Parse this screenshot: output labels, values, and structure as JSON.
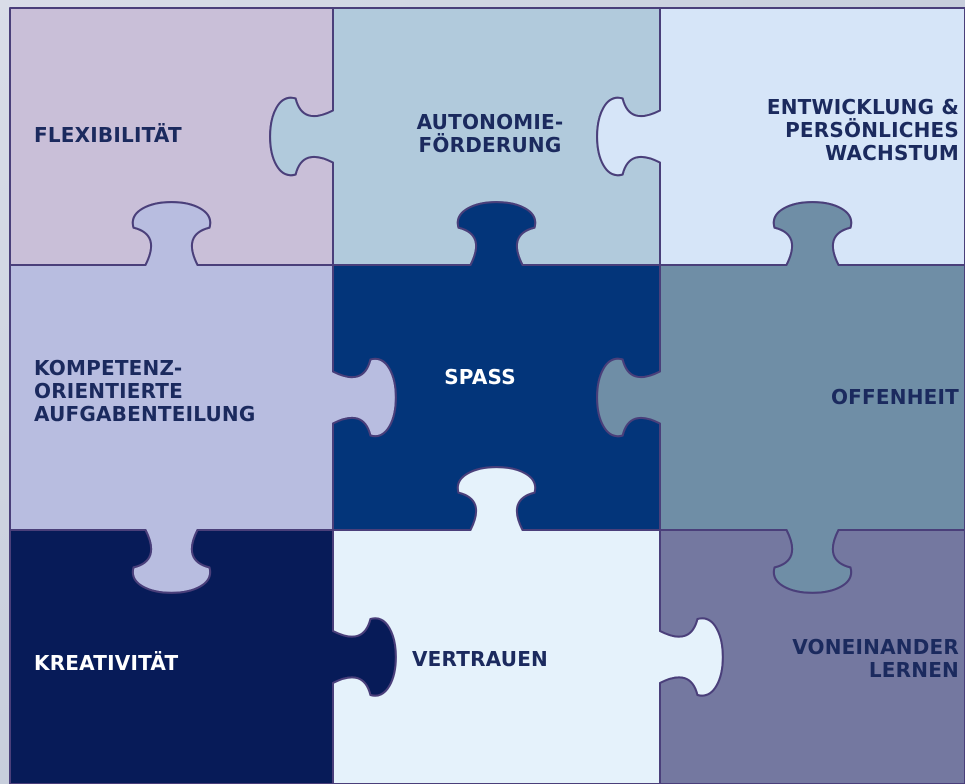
{
  "pieces": [
    {
      "id": "flexibilitaet",
      "row": 0,
      "col": 0,
      "label": "FLEXIBILITÄT",
      "fill": "#c9bfd8",
      "text_color": "#1b2a5e"
    },
    {
      "id": "autonomie",
      "row": 0,
      "col": 1,
      "label": "AUTONOMIE-\nFÖRDERUNG",
      "fill": "#b1cadc",
      "text_color": "#1b2a5e"
    },
    {
      "id": "entwicklung",
      "row": 0,
      "col": 2,
      "label": "ENTWICKLUNG &\nPERSÖNLICHES\nWACHSTUM",
      "fill": "#d6e5f8",
      "text_color": "#1b2a5e"
    },
    {
      "id": "kompetenz",
      "row": 1,
      "col": 0,
      "label": "KOMPETENZ-\nORIENTIERTE\nAUFGABENTEILUNG",
      "fill": "#b8bde0",
      "text_color": "#1b2a5e"
    },
    {
      "id": "spass",
      "row": 1,
      "col": 1,
      "label": "SPASS",
      "fill": "#03357a",
      "text_color": "#ffffff"
    },
    {
      "id": "offenheit",
      "row": 1,
      "col": 2,
      "label": "OFFENHEIT",
      "fill": "#6f8ea6",
      "text_color": "#1b2a5e"
    },
    {
      "id": "kreativitaet",
      "row": 2,
      "col": 0,
      "label": "KREATIVITÄT",
      "fill": "#071b58",
      "text_color": "#ffffff"
    },
    {
      "id": "vertrauen",
      "row": 2,
      "col": 1,
      "label": "VERTRAUEN",
      "fill": "#e5f2fb",
      "text_color": "#1b2a5e"
    },
    {
      "id": "voneinander",
      "row": 2,
      "col": 2,
      "label": "VONEINANDER\nLERNEN",
      "fill": "#7478a0",
      "text_color": "#1b2a5e"
    }
  ],
  "colors": {
    "outline": "#4a3f7a",
    "shadow": "#3d3560",
    "background": "#cdd3df"
  }
}
